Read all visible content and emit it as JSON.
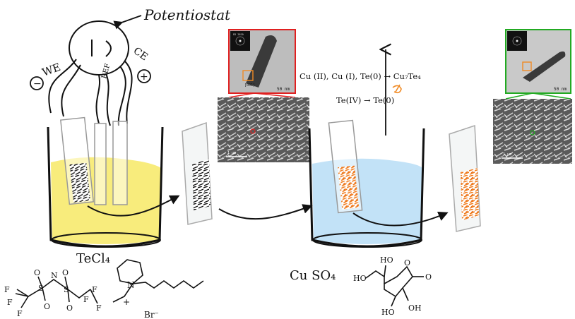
{
  "labels": {
    "potentiostat": "Potentiostat",
    "we": "WE",
    "ce": "CE",
    "ref": "REF",
    "minus": "−",
    "plus": "+",
    "electrolyte_1": "TeCl₄",
    "electrolyte_2": "Cu SO₄",
    "reaction_top": "Cu (II), Cu (I), Te(0) → Cu₇Te₄",
    "reaction_bottom": "Te(IV) → Te(0)",
    "scale_tem_1": "50 nm",
    "scale_tem_2": "50 nm",
    "scale_sem_1": "1 µm",
    "scale_sem_2": "1 µm",
    "lattice_plane": "[001]",
    "inset_label": "ED 2020"
  },
  "molecules": {
    "anion_atoms": [
      "F",
      "F",
      "F",
      "O",
      "O",
      "N",
      "S",
      "S",
      "O",
      "O",
      "F",
      "F",
      "F"
    ],
    "cation_atoms": [
      "N",
      "+",
      "Br⁻"
    ],
    "ascorbic_atoms": [
      "HO",
      "HO",
      "O",
      "O",
      "HO",
      "OH"
    ]
  },
  "colors": {
    "tecl4_solution": "#f7ea6e",
    "cuso4_solution": "#bfe0f7",
    "tellurium_film": "#111111",
    "copper_telluride_film": "#f07a1a",
    "frame_red": "#e02020",
    "frame_green": "#22aa22",
    "accent_orange": "#f08a24"
  }
}
